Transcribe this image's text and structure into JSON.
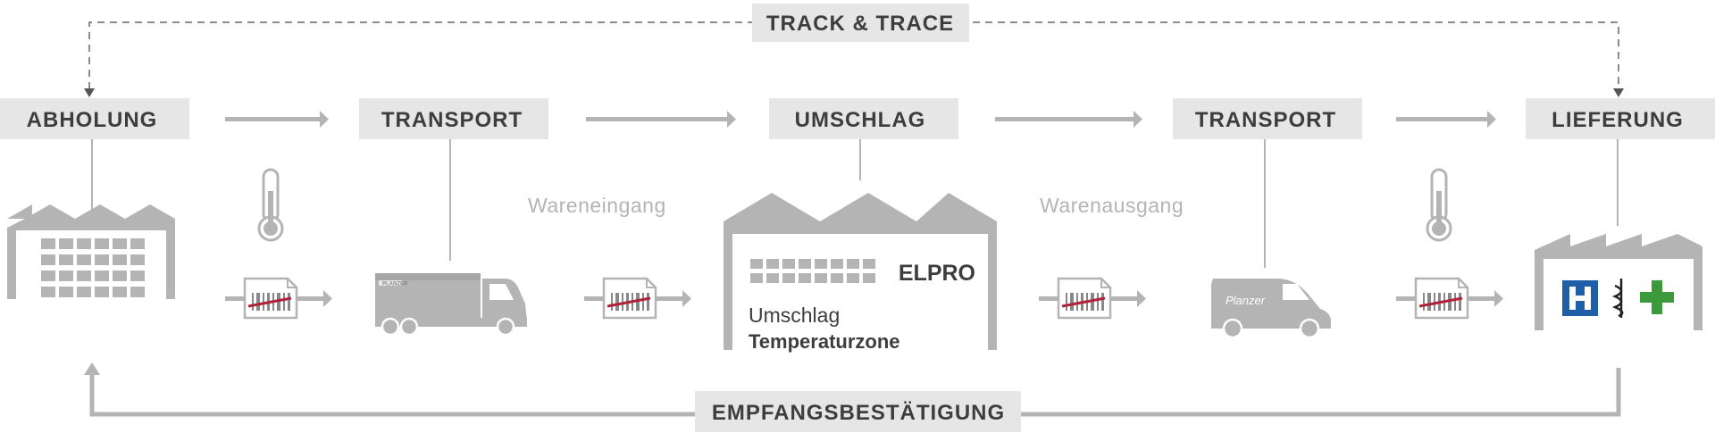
{
  "header": {
    "track_trace": "TRACK & TRACE"
  },
  "stages": {
    "pickup": "ABHOLUNG",
    "transport1": "TRANSPORT",
    "transshipment": "UMSCHLAG",
    "transport2": "TRANSPORT",
    "delivery": "LIEFERUNG"
  },
  "annotations": {
    "goods_in": "Wareneingang",
    "goods_out": "Warenausgang"
  },
  "hub": {
    "brand": "ELPRO",
    "line1": "Umschlag",
    "line2": "Temperaturzone"
  },
  "vehicles": {
    "truck_brand": "PLANZER",
    "van_brand": "Planzer"
  },
  "footer": {
    "receipt": "EMPFANGSBESTÄTIGUNG"
  },
  "colors": {
    "label_bg": "#e6e6e6",
    "label_text": "#3d3d3d",
    "gray": "#b4b4b4",
    "line_gray": "#9a9a9a",
    "hub_text": "#3d3d3d",
    "hospital_blue": "#1f5fa8",
    "pharmacy_green": "#3c9a3c",
    "barcode_red": "#b0223a"
  },
  "icons": [
    "factory-icon",
    "thermometer-icon",
    "barcode-label-icon",
    "truck-icon",
    "warehouse-icon",
    "van-icon",
    "hospital-icon",
    "caduceus-icon",
    "pharmacy-cross-icon"
  ]
}
